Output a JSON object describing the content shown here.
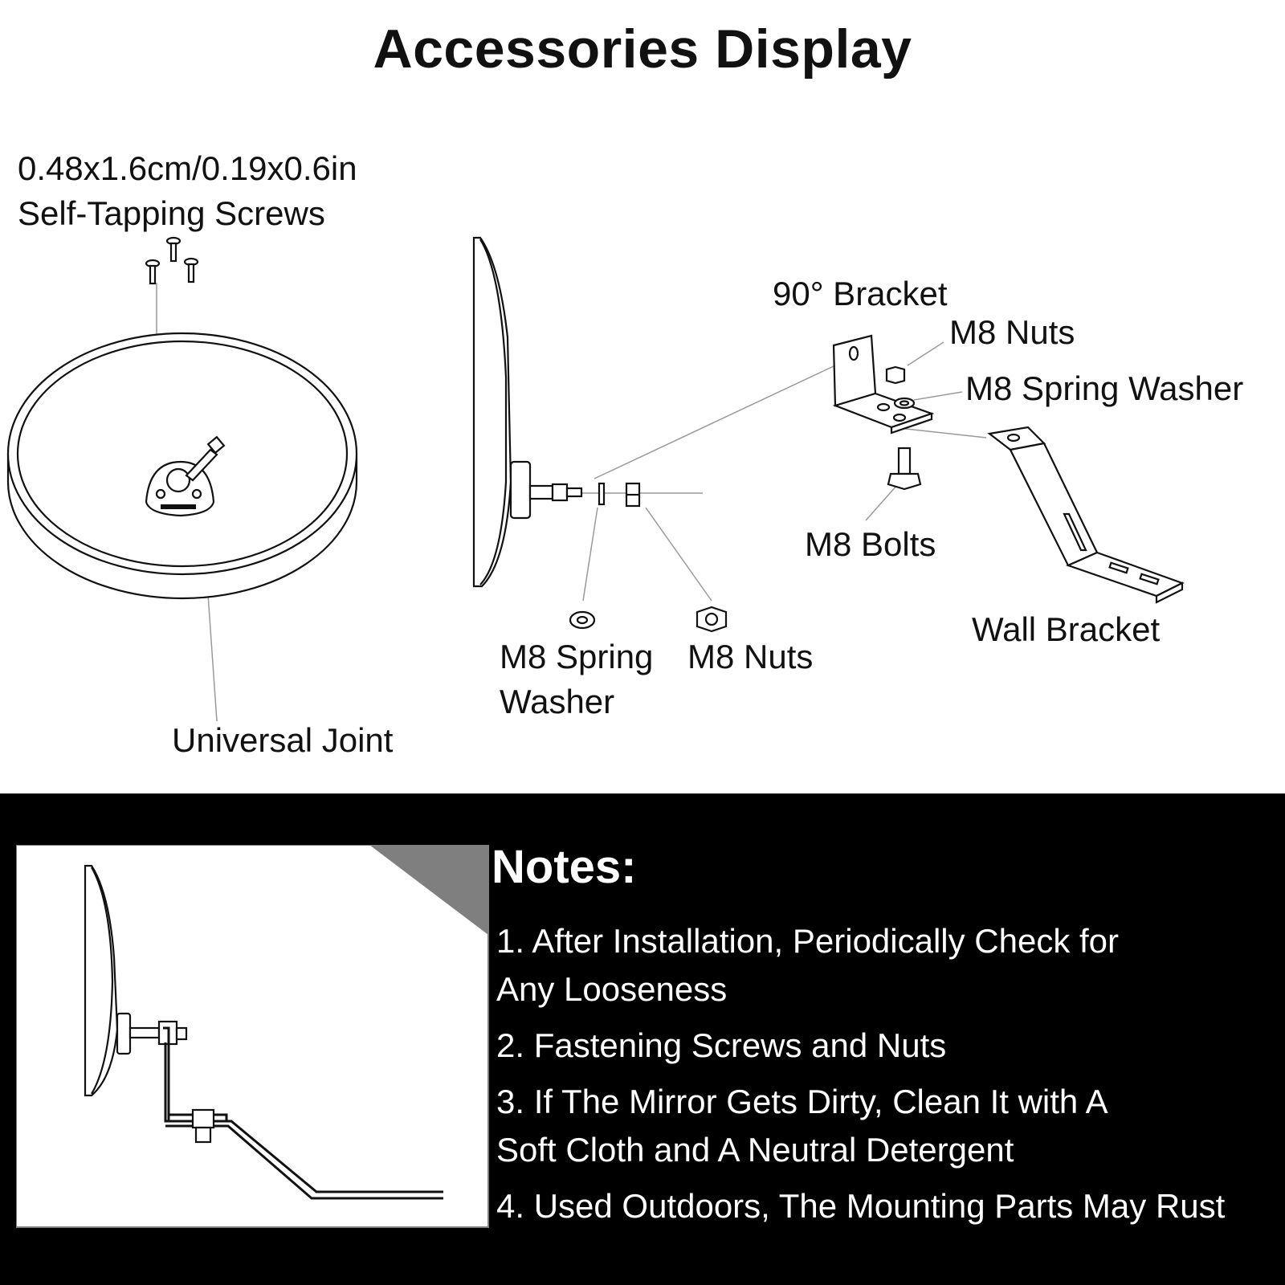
{
  "title": "Accessories Display",
  "labels": {
    "screws_size": "0.48x1.6cm/0.19x0.6in",
    "screws_name": "Self-Tapping Screws",
    "universal_joint": "Universal Joint",
    "bracket_90": "90° Bracket",
    "m8_nuts_top": "M8 Nuts",
    "m8_spring_washer_top": "M8 Spring Washer",
    "m8_bolts": "M8 Bolts",
    "wall_bracket": "Wall Bracket",
    "m8_spring_washer_bottom_1": "M8 Spring",
    "m8_spring_washer_bottom_2": "Washer",
    "m8_nuts_bottom": "M8 Nuts"
  },
  "notes": {
    "heading": "Notes:",
    "items": [
      {
        "line1": "1. After Installation, Periodically Check for",
        "line2": "Any Looseness"
      },
      {
        "line1": "2. Fastening Screws and Nuts",
        "line2": ""
      },
      {
        "line1": "3. If The Mirror Gets Dirty, Clean It with A",
        "line2": "Soft Cloth and A Neutral Detergent"
      },
      {
        "line1": "4. Used Outdoors, The Mounting Parts May Rust",
        "line2": ""
      }
    ]
  },
  "colors": {
    "line": "#111111",
    "leader": "#9a9a9a",
    "notes_bg": "#000000",
    "notes_text": "#ffffff",
    "panel_bg": "#ffffff",
    "panel_corner": "#7f7f7f"
  }
}
